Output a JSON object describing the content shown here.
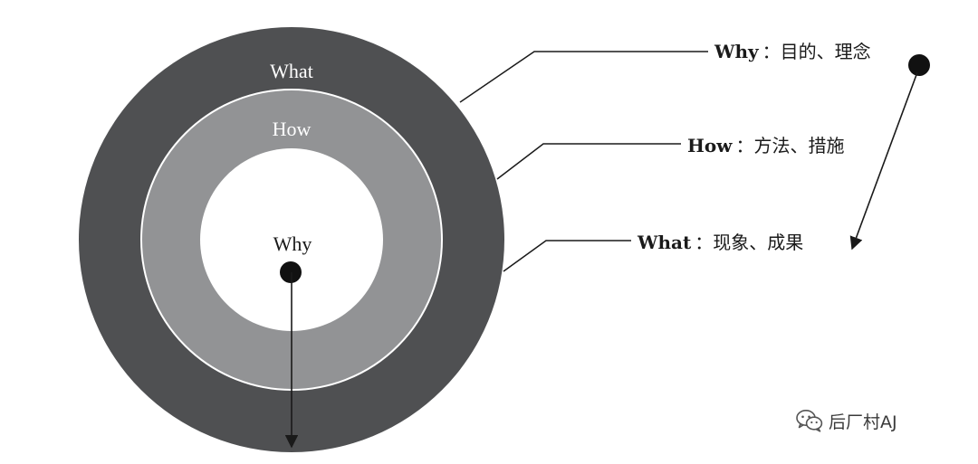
{
  "rings": {
    "outer_label": "What",
    "middle_label": "How",
    "inner_label": "Why"
  },
  "callouts": [
    {
      "term": "Why",
      "sep": "：",
      "desc": "目的、理念"
    },
    {
      "term": "How",
      "sep": "：",
      "desc": "方法、措施"
    },
    {
      "term": "What",
      "sep": "：",
      "desc": "现象、成果"
    }
  ],
  "watermark": {
    "text": "后厂村AJ",
    "icon": "wechat-icon"
  },
  "colors": {
    "outer_ring": "#4f5052",
    "middle_ring": "#929395",
    "core": "#ffffff",
    "ink": "#1a1a1a"
  }
}
